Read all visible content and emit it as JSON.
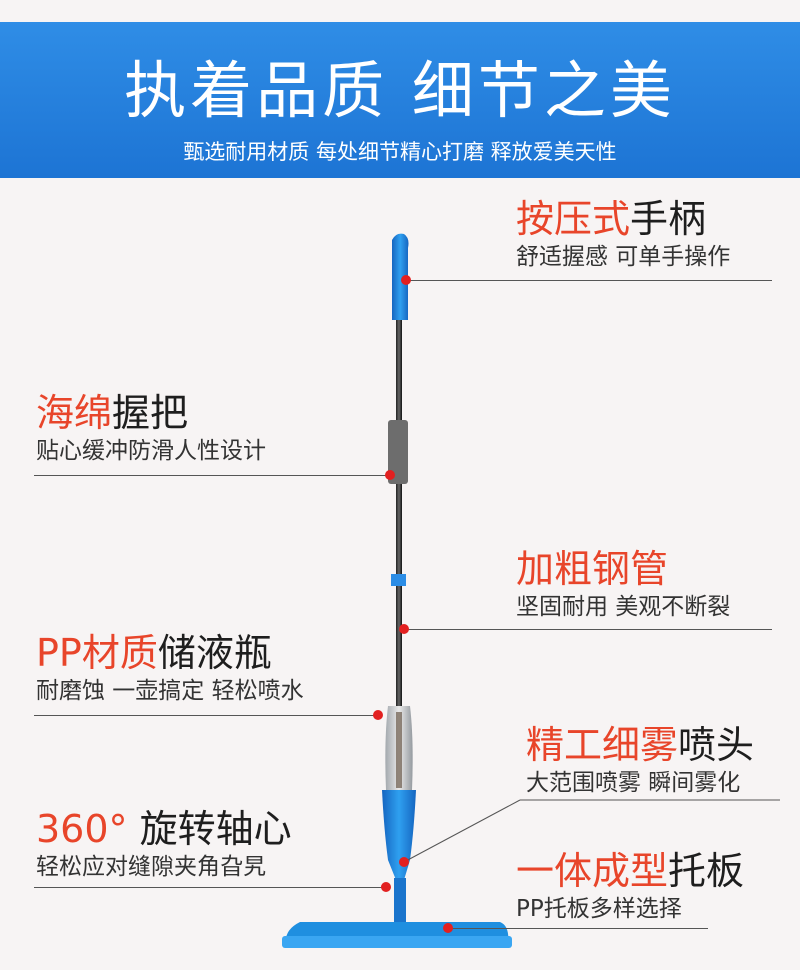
{
  "header": {
    "title": "执着品质 细节之美",
    "subtitle": "甄选耐用材质 每处细节精心打磨 释放爱美天性"
  },
  "features": [
    {
      "id": "handle",
      "title_red": "按压式",
      "title_dark": "手柄",
      "desc": "舒适握感 可单手操作"
    },
    {
      "id": "sponge",
      "title_red": "海绵",
      "title_dark": "握把",
      "desc": "贴心缓冲防滑人性设计"
    },
    {
      "id": "pipe",
      "title_red": "加粗钢管",
      "title_dark": "",
      "desc": "坚固耐用 美观不断裂"
    },
    {
      "id": "bottle",
      "title_red": "PP材质",
      "title_dark": "储液瓶",
      "desc": "耐磨蚀 一壶搞定 轻松喷水"
    },
    {
      "id": "nozzle",
      "title_red": "精工细雾",
      "title_dark": "喷头",
      "desc": "大范围喷雾 瞬间雾化"
    },
    {
      "id": "rotate",
      "title_red": "360°",
      "title_dark": " 旋转轴心",
      "desc": "轻松应对缝隙夹角旮旯"
    },
    {
      "id": "plate",
      "title_red": "一体成型",
      "title_dark": "托板",
      "desc": "PP托板多样选择"
    }
  ],
  "colors": {
    "brand_blue": "#1e7fe0",
    "accent_red": "#e8452a",
    "dot_red": "#e22020",
    "mop_blue": "#1f8fe0"
  }
}
